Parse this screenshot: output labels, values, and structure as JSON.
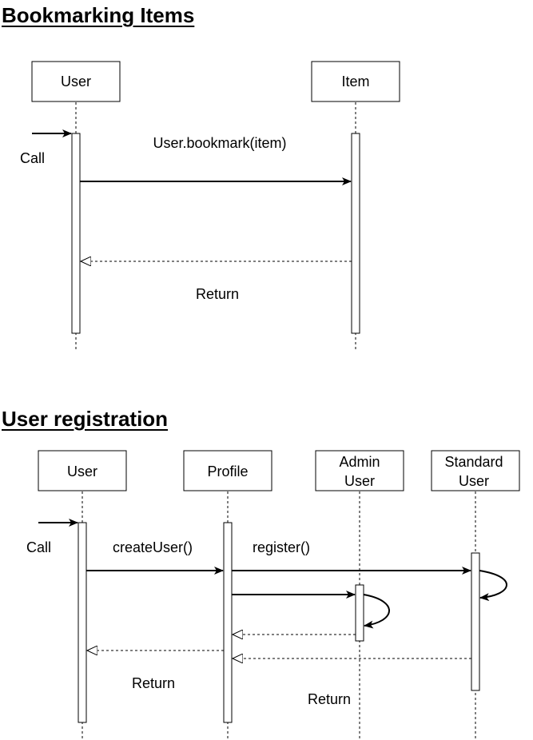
{
  "sections": [
    {
      "title": "Bookmarking Items",
      "participants": [
        {
          "id": "user",
          "name": "User"
        },
        {
          "id": "item",
          "name": "Item"
        }
      ],
      "messages": [
        {
          "type": "found",
          "to": "user",
          "label": "Call"
        },
        {
          "type": "call",
          "from": "user",
          "to": "item",
          "label": "User.bookmark(item)"
        },
        {
          "type": "return",
          "from": "item",
          "to": "user",
          "label": "Return"
        }
      ]
    },
    {
      "title": "User registration",
      "participants": [
        {
          "id": "user",
          "name": "User"
        },
        {
          "id": "profile",
          "name": "Profile"
        },
        {
          "id": "admin",
          "name": "Admin\nUser"
        },
        {
          "id": "standard",
          "name": "Standard\nUser"
        }
      ],
      "messages": [
        {
          "type": "found",
          "to": "user",
          "label": "Call"
        },
        {
          "type": "call",
          "from": "user",
          "to": "profile",
          "label": "createUser()"
        },
        {
          "type": "call",
          "from": "profile",
          "to": "standard",
          "label": "register()"
        },
        {
          "type": "self",
          "on": "standard",
          "label": ""
        },
        {
          "type": "call",
          "from": "profile",
          "to": "admin",
          "label": ""
        },
        {
          "type": "self",
          "on": "admin",
          "label": ""
        },
        {
          "type": "return",
          "from": "admin",
          "to": "profile",
          "label": ""
        },
        {
          "type": "return",
          "from": "profile",
          "to": "user",
          "label": "Return"
        },
        {
          "type": "return",
          "from": "standard",
          "to": "profile",
          "label": "Return"
        }
      ]
    }
  ]
}
